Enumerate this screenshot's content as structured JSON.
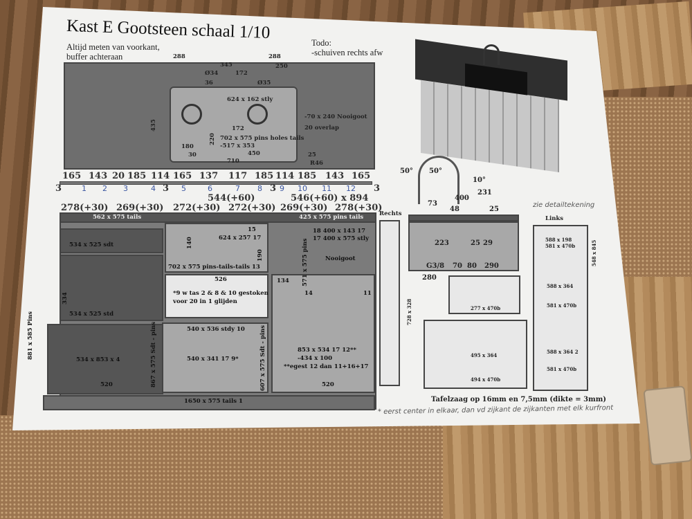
{
  "header": {
    "title": "Kast E Gootsteen schaal 1/10",
    "subtitle_line1": "Altijd meten van voorkant,",
    "subtitle_line2": "buffer achteraan",
    "todo_label": "Todo:",
    "todo_item": "-schuiven rechts afw"
  },
  "top_view": {
    "dims": [
      "288",
      "345",
      "172",
      "288",
      "250",
      "Ø34",
      "36",
      "Ø35",
      "172",
      "180",
      "30",
      "450",
      "710",
      "25",
      "R46",
      "435",
      "220"
    ],
    "labels": [
      "624 x 162 stly",
      "702 x 575 pins holes tails",
      "-517 x 353",
      "-70 x 240 Nooigoot",
      "20 overlap"
    ]
  },
  "strip": {
    "top": [
      "165",
      "143",
      "20",
      "185",
      "114",
      "165",
      "137",
      "117",
      "185",
      "114",
      "185",
      "143",
      "165"
    ],
    "numbers": [
      "1",
      "2",
      "3",
      "4",
      "5",
      "6",
      "7",
      "8",
      "9",
      "10",
      "11",
      "12"
    ],
    "bottom": [
      "278(+30)",
      "269(+30)",
      "272(+30)",
      "544(+60)",
      "272(+30)",
      "269(+30)",
      "546(+60) x 894",
      "278(+30)"
    ],
    "ends": "3"
  },
  "front_view": {
    "labels": [
      "562 x 575 tails",
      "425 x 575 pins tails",
      "534 x 525 sdt",
      "534 x 525 std",
      "534 x 853 x 4",
      "867 x 575 Sdt - pins",
      "881 x 585 Pins",
      "702 x 575 pins-tails-tails 13",
      "624 x 257 17",
      "15",
      "140",
      "190",
      "526",
      "334",
      "*9 w tas 2 & 8 & 10 gestoken",
      "voor 20 in 1 glijden",
      "540 x 536 stdy 10",
      "540 x 341 17 9*",
      "607 x 575 Sdt - pins",
      "853 x 534 17 12**",
      "-434 x 100",
      "**egest 12 dan 11+16+17",
      "520",
      "520",
      "1650 x 575 tails 1",
      "18 400 x 143 17",
      "17 400 x 575 stly",
      "Nooigoot",
      "571 x 575 pins",
      "14",
      "11",
      "134"
    ]
  },
  "faucet_detail": {
    "dims": [
      "50°",
      "50°",
      "10°",
      "400",
      "231",
      "73",
      "48",
      "25",
      "223",
      "25",
      "29",
      "G3/8",
      "70",
      "80",
      "280",
      "290"
    ]
  },
  "side_views": {
    "right_label": "Rechts",
    "left_label": "Links",
    "note": "zie detailtekening",
    "labels": [
      "277 x 470b",
      "495 x 364",
      "494 x 470b",
      "588 x 198",
      "581 x 470b",
      "588 x 364",
      "581 x 470b",
      "588 x 364 2",
      "581 x 470b",
      "728 x 328",
      "548 x 845"
    ]
  },
  "footer": {
    "caption": "Tafelzaag op 16mm en 7,5mm (dikte = 3mm)",
    "handwritten": "* eerst center in elkaar, dan vd zijkant de zijkanten met elk kurfront"
  }
}
